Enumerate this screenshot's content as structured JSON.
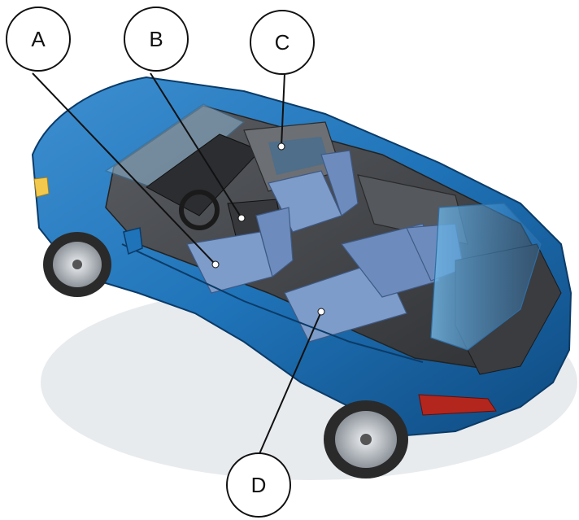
{
  "callouts": [
    {
      "id": "A",
      "label": "A",
      "points_to": "driver-seat"
    },
    {
      "id": "B",
      "label": "B",
      "points_to": "center-console"
    },
    {
      "id": "C",
      "label": "C",
      "points_to": "rear-door-interior"
    },
    {
      "id": "D",
      "label": "D",
      "points_to": "second-row-seat"
    }
  ],
  "colors": {
    "body_blue": "#1f73b8",
    "body_dark": "#0f4a80",
    "seat_blue": "#7e9cc9",
    "interior_gray": "#4a4d52",
    "glass": "#bfe0f2",
    "tire": "#2a2a2a",
    "rim": "#c8ccd1",
    "tail_light": "#b3261e"
  }
}
